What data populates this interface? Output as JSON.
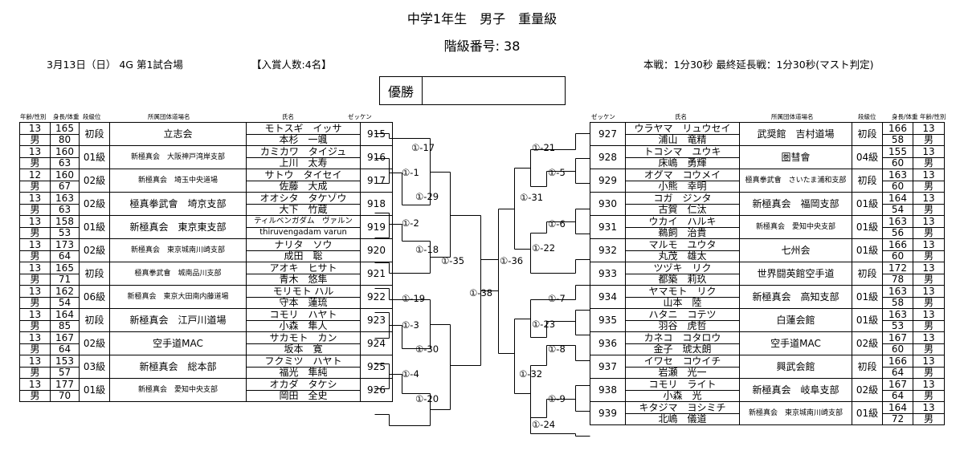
{
  "header": {
    "title": "中学1年生　男子　重量級",
    "class_no": "階級番号:  38",
    "date": "3月13日（日）  4G  第1試合場",
    "awardees": "【入賞人数:4名】",
    "rules": "本戦：1分30秒  最終延長戦：1分30秒(マスト判定)",
    "champion_label": "優勝",
    "champion_name": ""
  },
  "columns": {
    "left": {
      "age_sex": "年齢/性別",
      "hw": "身長/体重",
      "rank": "段級位",
      "dojo": "所属団体道場名",
      "name": "氏名",
      "zekken": "ゼッケン"
    },
    "right": {
      "zekken": "ゼッケン",
      "name": "氏名",
      "dojo": "所属団体道場名",
      "rank": "段級位",
      "hw": "身長/体重",
      "age_sex": "年齢/性別"
    }
  },
  "left_entries": [
    {
      "age": "13",
      "sex": "男",
      "height": "165",
      "weight": "80",
      "rank": "初段",
      "dojo": "立志会",
      "kana": "モトスギ　イッサ",
      "kanji": "本杉　一颯",
      "zekken": "915"
    },
    {
      "age": "13",
      "sex": "男",
      "height": "160",
      "weight": "63",
      "rank": "01級",
      "dojo": "新極真会　大阪神戸湾岸支部",
      "kana": "カミカワ　タイジュ",
      "kanji": "上川　太寿",
      "zekken": "916"
    },
    {
      "age": "12",
      "sex": "男",
      "height": "160",
      "weight": "67",
      "rank": "02級",
      "dojo": "新極真会　埼玉中央道場",
      "kana": "サトウ　タイセイ",
      "kanji": "佐藤　大成",
      "zekken": "917"
    },
    {
      "age": "13",
      "sex": "男",
      "height": "163",
      "weight": "63",
      "rank": "02級",
      "dojo": "極真拳武會　埼京支部",
      "kana": "オオシタ　タケゾウ",
      "kanji": "大下　竹蔵",
      "zekken": "918"
    },
    {
      "age": "13",
      "sex": "男",
      "height": "158",
      "weight": "53",
      "rank": "01級",
      "dojo": "新極真会　東京東支部",
      "kana": "ティルベンガダム　ヴァルン",
      "kanji": "thiruvengadam varun",
      "zekken": "919"
    },
    {
      "age": "13",
      "sex": "男",
      "height": "173",
      "weight": "64",
      "rank": "02級",
      "dojo": "新極真会　東京城南川崎支部",
      "kana": "ナリタ　ソウ",
      "kanji": "成田　聡",
      "zekken": "920"
    },
    {
      "age": "13",
      "sex": "男",
      "height": "165",
      "weight": "71",
      "rank": "初段",
      "dojo": "極真拳武會　城南品川支部",
      "kana": "アオキ　ヒサト",
      "kanji": "青木　悠隼",
      "zekken": "921"
    },
    {
      "age": "13",
      "sex": "男",
      "height": "162",
      "weight": "54",
      "rank": "06級",
      "dojo": "新極真会　東京大田南内藤道場",
      "kana": "モリモト ハル",
      "kanji": "守本　蓮琉",
      "zekken": "922"
    },
    {
      "age": "13",
      "sex": "男",
      "height": "164",
      "weight": "85",
      "rank": "初段",
      "dojo": "新極真会　江戸川道場",
      "kana": "コモリ　ハヤト",
      "kanji": "小森　隼人",
      "zekken": "923"
    },
    {
      "age": "13",
      "sex": "男",
      "height": "167",
      "weight": "64",
      "rank": "02級",
      "dojo": "空手道MAC",
      "kana": "サカモト　カン",
      "kanji": "坂本　寛",
      "zekken": "924"
    },
    {
      "age": "13",
      "sex": "男",
      "height": "153",
      "weight": "57",
      "rank": "03級",
      "dojo": "新極真会　総本部",
      "kana": "フクミツ　ハヤト",
      "kanji": "福光　隼純",
      "zekken": "925"
    },
    {
      "age": "13",
      "sex": "男",
      "height": "177",
      "weight": "70",
      "rank": "01級",
      "dojo": "新極真会　愛知中央支部",
      "kana": "オカダ　タケシ",
      "kanji": "岡田　全史",
      "zekken": "926"
    }
  ],
  "right_entries": [
    {
      "zekken": "927",
      "kana": "ウラヤマ　リュウセイ",
      "kanji": "浦山　竜精",
      "dojo": "武奨館　吉村道場",
      "rank": "初段",
      "height": "166",
      "weight": "58",
      "age": "13",
      "sex": "男"
    },
    {
      "zekken": "928",
      "kana": "トコシマ　ユウキ",
      "kanji": "床嶋　勇輝",
      "dojo": "圏彗會",
      "rank": "04級",
      "height": "155",
      "weight": "60",
      "age": "13",
      "sex": "男"
    },
    {
      "zekken": "929",
      "kana": "オグマ　コウメイ",
      "kanji": "小熊　幸明",
      "dojo": "極真拳武會　さいたま浦和支部",
      "rank": "初段",
      "height": "163",
      "weight": "60",
      "age": "13",
      "sex": "男"
    },
    {
      "zekken": "930",
      "kana": "コガ　ジンタ",
      "kanji": "古賀　仁汰",
      "dojo": "新極真会　福岡支部",
      "rank": "01級",
      "height": "164",
      "weight": "54",
      "age": "13",
      "sex": "男"
    },
    {
      "zekken": "931",
      "kana": "ウカイ　ハルキ",
      "kanji": "鵜飼　治貴",
      "dojo": "新極真会　愛知中央支部",
      "rank": "01級",
      "height": "163",
      "weight": "56",
      "age": "13",
      "sex": "男"
    },
    {
      "zekken": "932",
      "kana": "マルモ　ユウタ",
      "kanji": "丸茂　雄太",
      "dojo": "七州会",
      "rank": "01級",
      "height": "166",
      "weight": "60",
      "age": "13",
      "sex": "男"
    },
    {
      "zekken": "933",
      "kana": "ツヅキ　リク",
      "kanji": "都築　莉玖",
      "dojo": "世界闘英館空手道",
      "rank": "初段",
      "height": "172",
      "weight": "78",
      "age": "13",
      "sex": "男"
    },
    {
      "zekken": "934",
      "kana": "ヤマモト　リク",
      "kanji": "山本　陸",
      "dojo": "新極真会　高知支部",
      "rank": "01級",
      "height": "163",
      "weight": "58",
      "age": "13",
      "sex": "男"
    },
    {
      "zekken": "935",
      "kana": "ハタニ　コテツ",
      "kanji": "羽谷　虎哲",
      "dojo": "白蓮会館",
      "rank": "01級",
      "height": "163",
      "weight": "53",
      "age": "13",
      "sex": "男"
    },
    {
      "zekken": "936",
      "kana": "カネコ　コタロウ",
      "kanji": "金子　琥太朗",
      "dojo": "空手道MAC",
      "rank": "02級",
      "height": "167",
      "weight": "60",
      "age": "13",
      "sex": "男"
    },
    {
      "zekken": "937",
      "kana": "イワセ　コウイチ",
      "kanji": "岩瀬　光一",
      "dojo": "興武会館",
      "rank": "初段",
      "height": "166",
      "weight": "64",
      "age": "13",
      "sex": "男"
    },
    {
      "zekken": "938",
      "kana": "コモリ　ライト",
      "kanji": "小森　光",
      "dojo": "新極真会　岐阜支部",
      "rank": "02級",
      "height": "167",
      "weight": "64",
      "age": "13",
      "sex": "男"
    },
    {
      "zekken": "939",
      "kana": "キタジマ　ヨシミチ",
      "kanji": "北嶋　儀道",
      "dojo": "新極真会　東京城南川崎支部",
      "rank": "01級",
      "height": "164",
      "weight": "72",
      "age": "13",
      "sex": "男"
    }
  ],
  "matches": {
    "l1": "①-17",
    "l2": "①-1",
    "l3": "①-29",
    "l4": "①-2",
    "l5": "①-18",
    "l6": "①-35",
    "l7": "①-19",
    "l8": "①-3",
    "l9": "①-30",
    "l10": "①-4",
    "l11": "①-20",
    "final": "①-38",
    "r1": "①-21",
    "r2": "①-5",
    "r3": "①-31",
    "r4": "①-6",
    "r5": "①-22",
    "r6": "①-36",
    "r7": "①-7",
    "r8": "①-23",
    "r9": "①-8",
    "r10": "①-32",
    "r11": "①-9",
    "r12": "①-24"
  }
}
